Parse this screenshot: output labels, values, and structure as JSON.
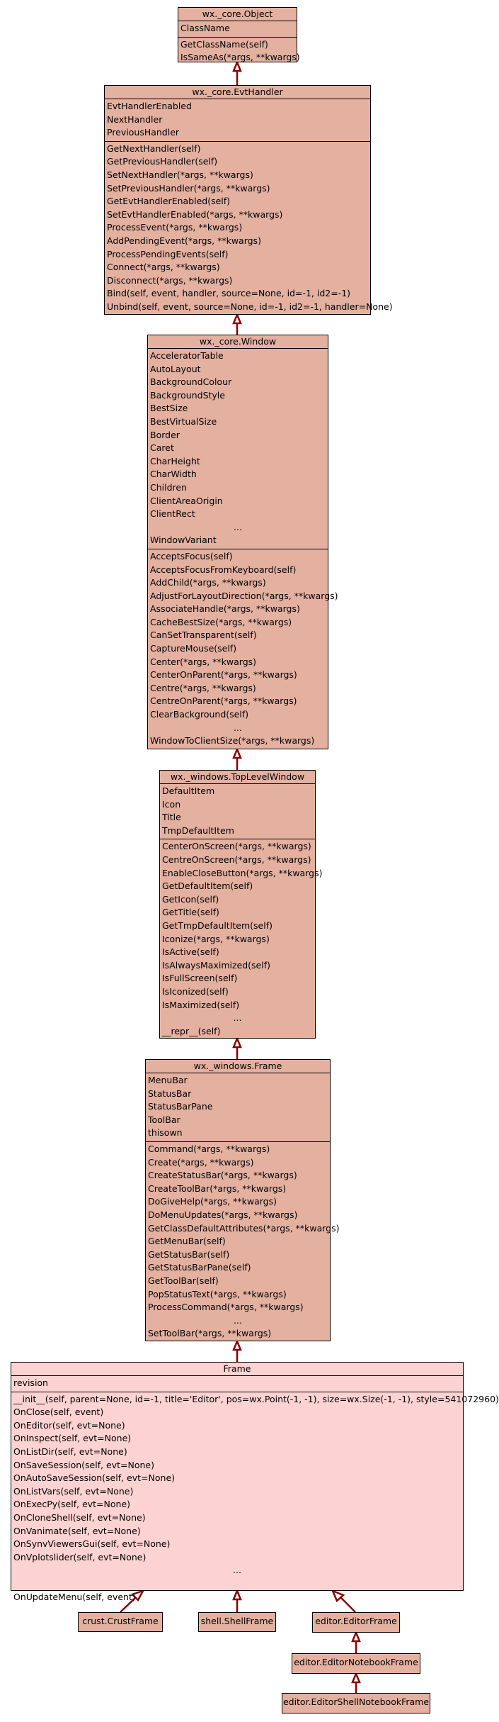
{
  "classes": {
    "object": {
      "name": "wx._core.Object",
      "attributes": [
        "ClassName"
      ],
      "methods": [
        "GetClassName(self)",
        "IsSameAs(*args, **kwargs)"
      ]
    },
    "evthandler": {
      "name": "wx._core.EvtHandler",
      "attributes": [
        "EvtHandlerEnabled",
        "NextHandler",
        "PreviousHandler"
      ],
      "methods": [
        "GetNextHandler(self)",
        "GetPreviousHandler(self)",
        "SetNextHandler(*args, **kwargs)",
        "SetPreviousHandler(*args, **kwargs)",
        "GetEvtHandlerEnabled(self)",
        "SetEvtHandlerEnabled(*args, **kwargs)",
        "ProcessEvent(*args, **kwargs)",
        "AddPendingEvent(*args, **kwargs)",
        "ProcessPendingEvents(self)",
        "Connect(*args, **kwargs)",
        "Disconnect(*args, **kwargs)",
        "Bind(self, event, handler, source=None, id=-1, id2=-1)",
        "Unbind(self, event, source=None, id=-1, id2=-1, handler=None)"
      ]
    },
    "window": {
      "name": "wx._core.Window",
      "attributes": [
        "AcceleratorTable",
        "AutoLayout",
        "BackgroundColour",
        "BackgroundStyle",
        "BestSize",
        "BestVirtualSize",
        "Border",
        "Caret",
        "CharHeight",
        "CharWidth",
        "Children",
        "ClientAreaOrigin",
        "ClientRect",
        "...",
        "WindowVariant"
      ],
      "methods": [
        "AcceptsFocus(self)",
        "AcceptsFocusFromKeyboard(self)",
        "AddChild(*args, **kwargs)",
        "AdjustForLayoutDirection(*args, **kwargs)",
        "AssociateHandle(*args, **kwargs)",
        "CacheBestSize(*args, **kwargs)",
        "CanSetTransparent(self)",
        "CaptureMouse(self)",
        "Center(*args, **kwargs)",
        "CenterOnParent(*args, **kwargs)",
        "Centre(*args, **kwargs)",
        "CentreOnParent(*args, **kwargs)",
        "ClearBackground(self)",
        "...",
        "WindowToClientSize(*args, **kwargs)"
      ]
    },
    "toplevel": {
      "name": "wx._windows.TopLevelWindow",
      "attributes": [
        "DefaultItem",
        "Icon",
        "Title",
        "TmpDefaultItem"
      ],
      "methods": [
        "CenterOnScreen(*args, **kwargs)",
        "CentreOnScreen(*args, **kwargs)",
        "EnableCloseButton(*args, **kwargs)",
        "GetDefaultItem(self)",
        "GetIcon(self)",
        "GetTitle(self)",
        "GetTmpDefaultItem(self)",
        "Iconize(*args, **kwargs)",
        "IsActive(self)",
        "IsAlwaysMaximized(self)",
        "IsFullScreen(self)",
        "IsIconized(self)",
        "IsMaximized(self)",
        "...",
        "__repr__(self)"
      ]
    },
    "wxframe": {
      "name": "wx._windows.Frame",
      "attributes": [
        "MenuBar",
        "StatusBar",
        "StatusBarPane",
        "ToolBar",
        "thisown"
      ],
      "methods": [
        "Command(*args, **kwargs)",
        "Create(*args, **kwargs)",
        "CreateStatusBar(*args, **kwargs)",
        "CreateToolBar(*args, **kwargs)",
        "DoGiveHelp(*args, **kwargs)",
        "DoMenuUpdates(*args, **kwargs)",
        "GetClassDefaultAttributes(*args, **kwargs)",
        "GetMenuBar(self)",
        "GetStatusBar(self)",
        "GetStatusBarPane(self)",
        "GetToolBar(self)",
        "PopStatusText(*args, **kwargs)",
        "ProcessCommand(*args, **kwargs)",
        "...",
        "SetToolBar(*args, **kwargs)"
      ]
    },
    "frame": {
      "name": "Frame",
      "attributes": [
        "revision"
      ],
      "methods": [
        "__init__(self, parent=None, id=-1, title='Editor', pos=wx.Point(-1, -1), size=wx.Size(-1, -1), style=541072960)",
        "OnClose(self, event)",
        "OnEditor(self, evt=None)",
        "OnInspect(self, evt=None)",
        "OnListDir(self, evt=None)",
        "OnSaveSession(self, evt=None)",
        "OnAutoSaveSession(self, evt=None)",
        "OnListVars(self, evt=None)",
        "OnExecPy(self, evt=None)",
        "OnCloneShell(self, evt=None)",
        "OnVanimate(self, evt=None)",
        "OnSynvViewersGui(self, evt=None)",
        "OnVplotslider(self, evt=None)",
        "...",
        "",
        "OnUpdateMenu(self, event)"
      ]
    }
  },
  "leaves": {
    "crust": "crust.CrustFrame",
    "shell": "shell.ShellFrame",
    "editorframe": "editor.EditorFrame",
    "notebook": "editor.EditorNotebookFrame",
    "shellnotebook": "editor.EditorShellNotebookFrame"
  },
  "colors": {
    "class_fill": "#e4b1a1",
    "selected_class_fill": "#fcd3d2",
    "border": "#000000",
    "edge": "#8b0000"
  }
}
